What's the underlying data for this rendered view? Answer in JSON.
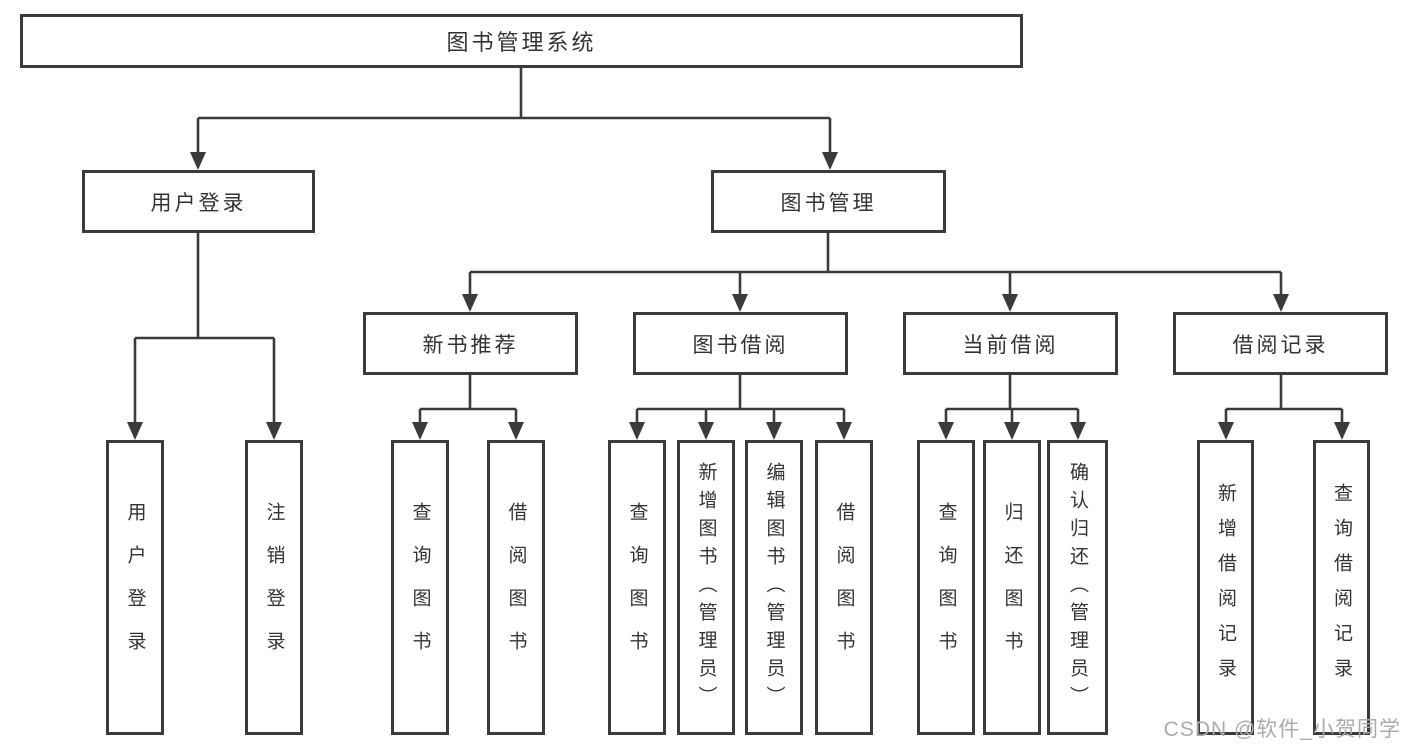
{
  "diagram": {
    "title": "图书管理系统",
    "root": {
      "label": "图书管理系统"
    },
    "level2": [
      {
        "label": "用户登录"
      },
      {
        "label": "图书管理"
      }
    ],
    "level3": [
      {
        "label": "新书推荐",
        "parent": "图书管理"
      },
      {
        "label": "图书借阅",
        "parent": "图书管理"
      },
      {
        "label": "当前借阅",
        "parent": "图书管理"
      },
      {
        "label": "借阅记录",
        "parent": "图书管理"
      }
    ],
    "leaves": [
      {
        "label": "用户登录",
        "parent": "用户登录"
      },
      {
        "label": "注销登录",
        "parent": "用户登录"
      },
      {
        "label": "查询图书",
        "parent": "新书推荐"
      },
      {
        "label": "借阅图书",
        "parent": "新书推荐"
      },
      {
        "label": "查询图书",
        "parent": "图书借阅"
      },
      {
        "label": "新增图书（管理员）",
        "parent": "图书借阅"
      },
      {
        "label": "编辑图书（管理员）",
        "parent": "图书借阅"
      },
      {
        "label": "借阅图书",
        "parent": "图书借阅"
      },
      {
        "label": "查询图书",
        "parent": "当前借阅"
      },
      {
        "label": "归还图书",
        "parent": "当前借阅"
      },
      {
        "label": "确认归还（管理员）",
        "parent": "当前借阅"
      },
      {
        "label": "新增借阅记录",
        "parent": "借阅记录"
      },
      {
        "label": "查询借阅记录",
        "parent": "借阅记录"
      }
    ],
    "watermark": "CSDN @软件_小贺同学",
    "colors": {
      "line": "#3b3b3b",
      "text": "#333333",
      "box_fill": "#ffffff",
      "background": "#ffffff",
      "watermark": "#ababab"
    }
  }
}
